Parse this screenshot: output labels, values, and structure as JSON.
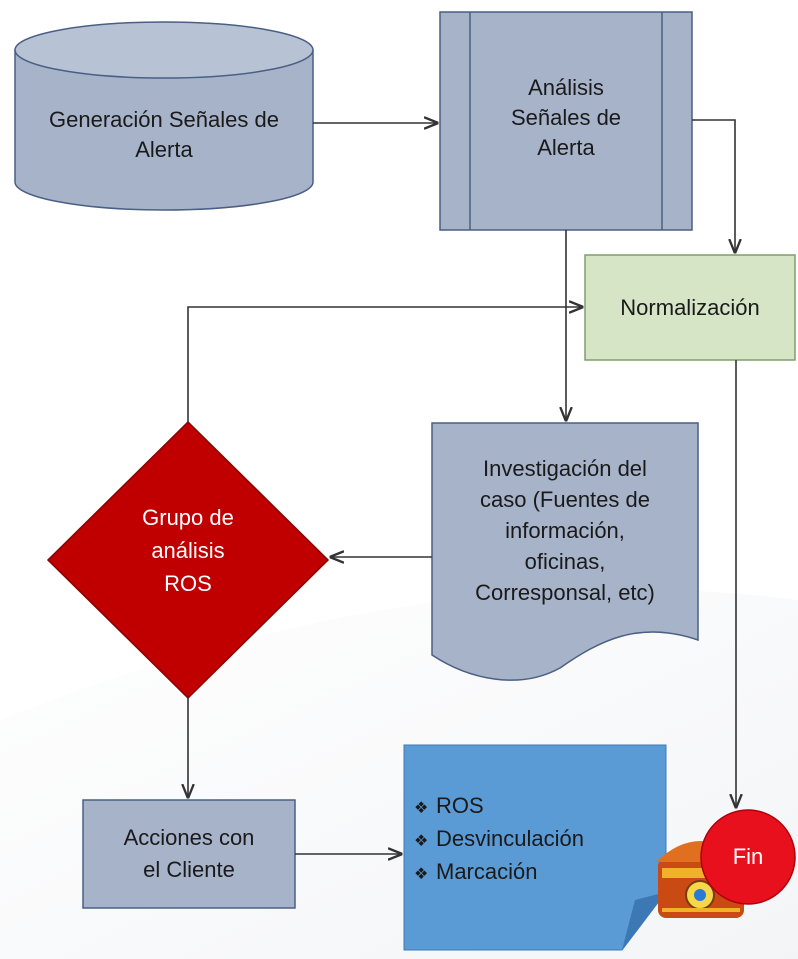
{
  "nodes": {
    "generacion": "Generación  Señales de Alerta",
    "analisis": [
      "Análisis",
      "Señales de",
      "Alerta"
    ],
    "normalizacion": "Normalización",
    "investigacion": [
      "Investigación  del",
      "caso (Fuentes de",
      "información,",
      "oficinas,",
      "Corresponsal,  etc)"
    ],
    "grupo": [
      "Grupo  de",
      "análisis",
      "ROS"
    ],
    "acciones": [
      "Acciones con",
      "el Cliente"
    ],
    "resultados": [
      "ROS",
      "Desvinculación",
      "Marcación"
    ],
    "fin": "Fin"
  },
  "colors": {
    "grey_node": "#a7b3c9",
    "grey_border": "#4a5f84",
    "green_node": "#d6e5c6",
    "green_border": "#7f9f6b",
    "red_node": "#c00000",
    "blue_note": "#5b9bd5",
    "fin_red": "#e8101c",
    "arrow": "#333333"
  },
  "icons": {
    "bullet": "diamond-bullet-icon",
    "treasure": "treasure-chest-icon"
  }
}
